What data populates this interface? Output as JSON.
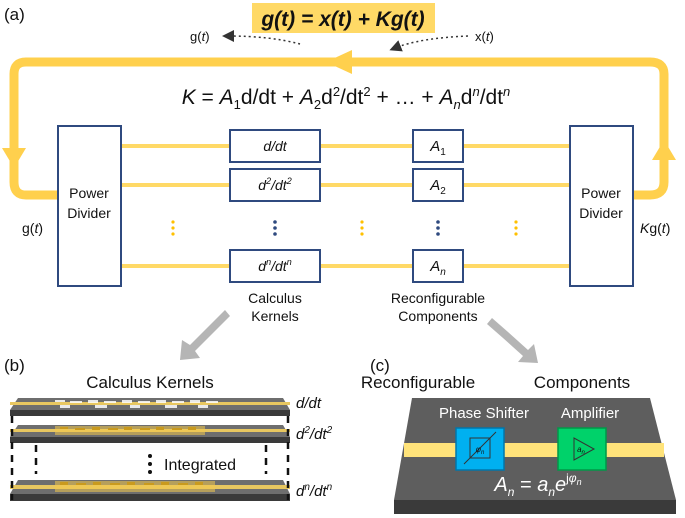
{
  "panel_a": {
    "label": "(a)",
    "equation_top": "g(t) = x(t) + Kg(t)",
    "out_label": "g(t)",
    "in_label": "x(t)",
    "k_equation": "K = A1d/dt + A2d2/dt2 + … + Andn/dtn",
    "left_divider": {
      "line1": "Power",
      "line2": "Divider"
    },
    "right_divider": {
      "line1": "Power",
      "line2": "Divider"
    },
    "left_signal": "g(t)",
    "right_signal": "Kg(t)",
    "kernels": [
      "d/dt",
      "d2/dt2",
      "dn/dtn"
    ],
    "amplitudes": [
      "A1",
      "A2",
      "An"
    ],
    "kernels_caption": {
      "line1": "Calculus",
      "line2": "Kernels"
    },
    "components_caption": {
      "line1": "Reconfigurable",
      "line2": "Components"
    },
    "colors": {
      "loop": "#FFD04D",
      "box_border": "#2F4A7F",
      "highlight": "#FFD966",
      "ellipsis_blue": "#2F4A7F"
    }
  },
  "panel_b": {
    "label": "(b)",
    "title": "Calculus Kernels",
    "layer_labels": [
      "d/dt",
      "d2/dt2",
      "dn/dtn"
    ],
    "integrated_label": "Integrated"
  },
  "panel_c": {
    "label": "(c)",
    "title_left": "Reconfigurable",
    "title_right": "Components",
    "phase_shifter_label": "Phase Shifter",
    "amplifier_label": "Amplifier",
    "phase_icon_text": "φn",
    "amp_icon_text": "an",
    "formula": "An = anejφn",
    "colors": {
      "phase_shifter": "#00B0F0",
      "amplifier": "#00D26A",
      "chip": "#666666"
    }
  }
}
